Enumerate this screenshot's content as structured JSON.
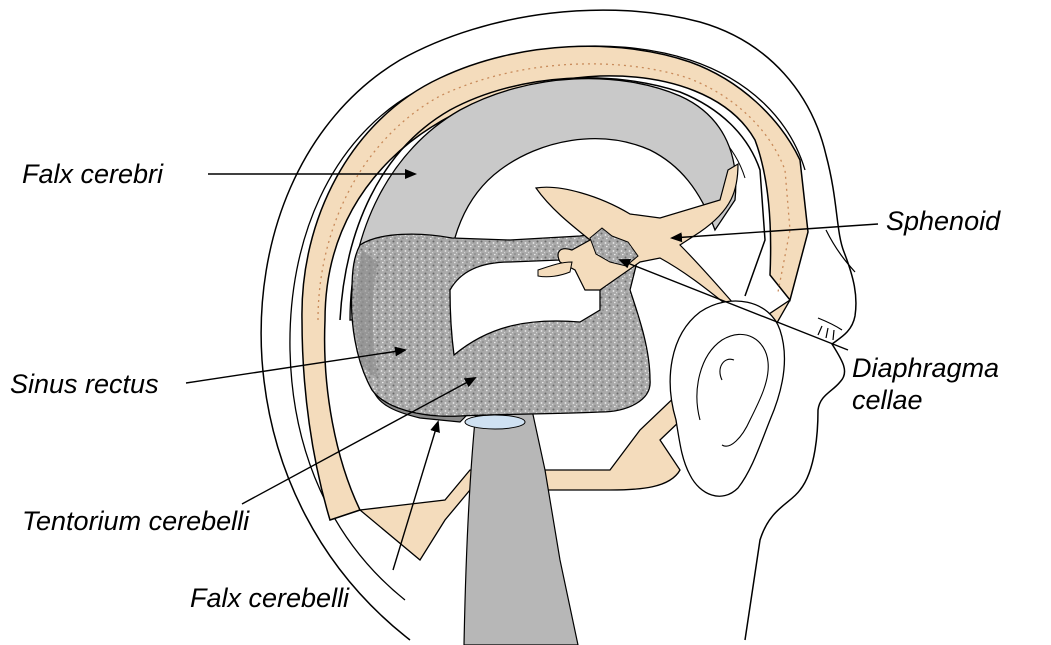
{
  "labels": {
    "falx_cerebri": "Falx cerebri",
    "sphenoid": "Sphenoid",
    "sinus_rectus": "Sinus rectus",
    "diaphragma_line1": "Diaphragma",
    "diaphragma_line2": "cellae",
    "tentorium_cerebelli": "Tentorium cerebelli",
    "falx_cerebelli": "Falx cerebelli"
  },
  "colors": {
    "skull_bone": "#f4dcbc",
    "dura_gray": "#c9c9c9",
    "brainstem_gray": "#b7b7b7",
    "tentorium_speckle": "#a9a9a9",
    "sinus_dark": "#8a8a8a",
    "csf_blue": "#cfe1f2",
    "outline": "#000000"
  }
}
